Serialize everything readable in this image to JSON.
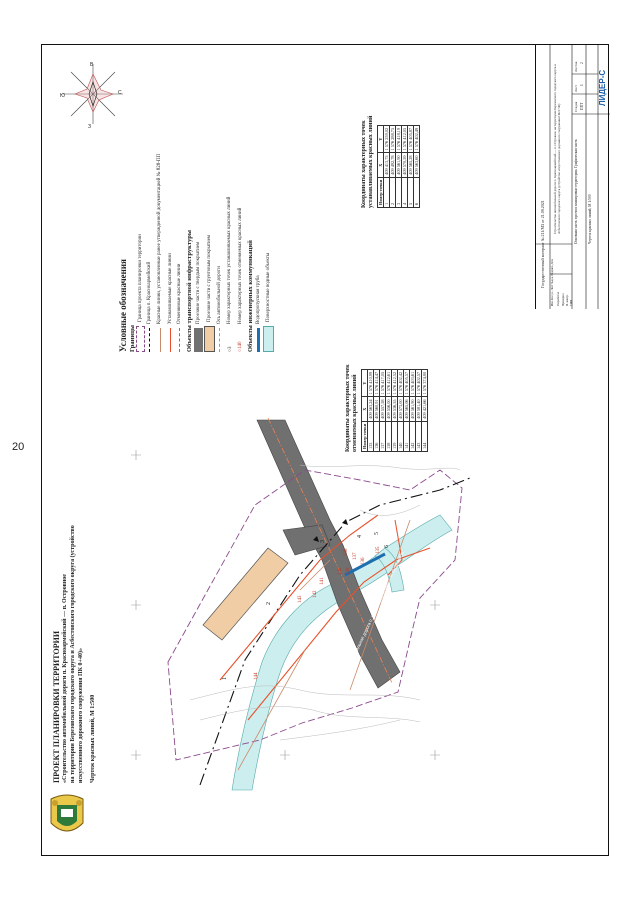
{
  "page_number": "20",
  "header": {
    "title": "ПРОЕКТ ПЛАНИРОВКИ ТЕРРИТОРИИ",
    "line1": "«Строительство автомобильной дороги п. Красноармейский — п. Островное",
    "line2": "на территории Березовского городского округа и Асбестовского городского округа (устройство",
    "line3": "искусственного дорожного сооружения ПК 0+40)»",
    "subtitle": "Чертеж красных линий, М 1:500"
  },
  "legend": {
    "title": "Условные обозначения",
    "group_bounds": "Границы",
    "items_bounds": [
      "Граница проекта планировки территории",
      "Граница п. Красноармейский",
      "Красные линии, установленные ранее утвержденной документацией № 828-ПП",
      "Устанавливаемые красные линии",
      "Отменяемые красные линии"
    ],
    "group_transport": "Объекты транспортной инфраструктуры",
    "items_transport": [
      "Проезжие части с твердым покрытием",
      "Проезжие части с грунтовым покрытием",
      "Ось автомобильной дороги",
      "Номер характерных точек устанавливаемых красных линий",
      "Номер характерных точек отменяемых красных линий"
    ],
    "group_utilities": "Объекты инженерных коммуникаций",
    "items_utilities": [
      "Водопропускная труба",
      "Поверхностные водные объекты"
    ],
    "sym_num1": "3",
    "sym_num2": "140"
  },
  "table_cancelled": {
    "title": "Координаты характерных точек отменяемых красных линий",
    "headers": [
      "Номер точки",
      "X",
      "Y"
    ],
    "rows": [
      [
        "135",
        "409 563,24",
        "1 576 410,99"
      ],
      [
        "136",
        "409 560,91",
        "1 576 414,47"
      ],
      [
        "137",
        "409 557,58",
        "1 576 417,05"
      ],
      [
        "138",
        "409 556,00",
        "1 576 412,61"
      ],
      [
        "139",
        "409 536,55",
        "1 576 412,52"
      ],
      [
        "140",
        "409 573,00",
        "1 576 402,42"
      ],
      [
        "141",
        "409 565,06",
        "1 576 405,57"
      ],
      [
        "142",
        "409 561,90",
        "1 576 403,61"
      ],
      [
        "143",
        "409 581,40",
        "1 576 402,57"
      ],
      [
        "144",
        "409 421,66",
        "1 576 374,80"
      ]
    ]
  },
  "table_established": {
    "title": "Координаты характерных точек устанавливаемых красных линий",
    "headers": [
      "Номер точки",
      "X",
      "Y"
    ],
    "rows": [
      [
        "1",
        "409 413,75",
        "1 576 259,02"
      ],
      [
        "2",
        "409 492,78",
        "1 576 288,75"
      ],
      [
        "3",
        "409 561,90",
        "1 576 418,19"
      ],
      [
        "4",
        "409 570,59",
        "1 576 412,05"
      ],
      [
        "5",
        "409 565,28",
        "1 576 405,87"
      ],
      [
        "6",
        "409 563,60",
        "1 576 402,49"
      ]
    ]
  },
  "stamp": {
    "contract": "Государственный контракт № 211/МЗ от 21.09.2021",
    "object_name": "Строительство автомобильной дороги п. Красноармейский — п. Островное на территории Березовского городского округа и Асбестовского городского округа (устройство искусственного дорожного сооружения ПК 0+40)",
    "part": "Основная часть проекта планировки территории. Графическая часть",
    "sheet_title": "Чертеж красных линий, М 1:500",
    "col_stage": "Стадия",
    "col_sheet": "Лист",
    "col_sheets": "Листов",
    "stage": "ППТ",
    "sheet": "1",
    "sheets": "2",
    "company": "ЛИДЕР-С",
    "roles": [
      "Разработал",
      "Проверил",
      "Н. контр.",
      "ГИП"
    ],
    "cols": [
      "Изм.",
      "Кол.уч.",
      "Лист",
      "№док.",
      "Подпись",
      "Дата"
    ]
  },
  "compass": {
    "letters": [
      "С",
      "В",
      "Ю",
      "З"
    ]
  },
  "map_labels": {
    "road_name": "автомобильная дорога п. Красноармейский — п. Островное",
    "points": [
      "1",
      "2",
      "3",
      "4",
      "5",
      "6",
      "135",
      "136",
      "137",
      "138",
      "139",
      "140",
      "141",
      "142",
      "143",
      "144"
    ]
  },
  "colors": {
    "red_line": "#e8502a",
    "old_red": "#c88a6a",
    "boundary": "#8a4a8c",
    "road": "#6e6e6e",
    "dirt": "#f0cda5",
    "water": "#cdeeee",
    "pipe": "#1e6fb0"
  }
}
